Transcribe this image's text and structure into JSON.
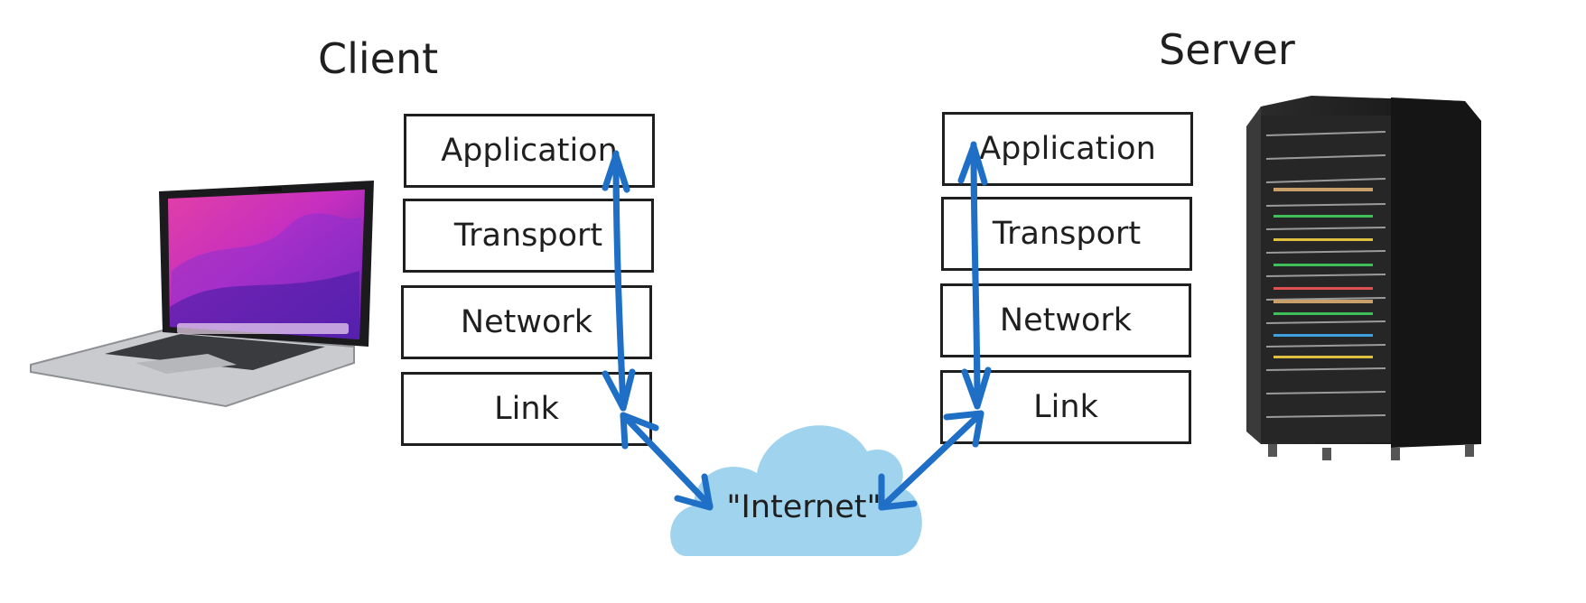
{
  "client": {
    "title": "Client",
    "layers": [
      "Application",
      "Transport",
      "Network",
      "Link"
    ],
    "device": "laptop-illustration"
  },
  "server": {
    "title": "Server",
    "layers": [
      "Application",
      "Transport",
      "Network",
      "Link"
    ],
    "device": "server-rack-illustration"
  },
  "network": {
    "label": "\"Internet\"",
    "cloud_color": "#9fd3ee"
  },
  "colors": {
    "arrow": "#1e6fc5",
    "box_border": "#1f1f1f",
    "text": "#1f1f1f"
  }
}
